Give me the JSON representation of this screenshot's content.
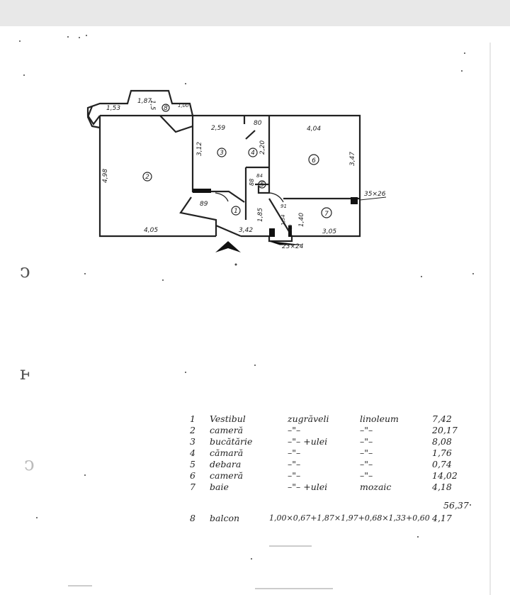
{
  "plan": {
    "dims": {
      "top_1": "1,53",
      "top_2": "1,87",
      "top_3": "1,5",
      "top_4": "1,00",
      "top_5": "2,59",
      "top_6": "80",
      "top_7": "4,04",
      "vert_1": "4,98",
      "vert_2": "3,12",
      "vert_3": "2,20",
      "vert_4": "3,47",
      "vert_5": "88",
      "vert_6": "1,85",
      "vert_7": "1,40",
      "small_84": "84",
      "small_89": "89",
      "small_91": "91",
      "small_154": "1,54",
      "small_10": "1,0",
      "bottom_1": "4,05",
      "bottom_2": "3,42",
      "bottom_3": "3,05",
      "col_1": "35×26",
      "col_2": "23×24"
    },
    "rooms": [
      "1",
      "2",
      "3",
      "4",
      "5",
      "6",
      "7",
      "8"
    ]
  },
  "legend": {
    "rows": [
      {
        "no": "1",
        "room": "Vestibul",
        "walls": "zugrăveli",
        "floor": "linoleum",
        "area": "7,42"
      },
      {
        "no": "2",
        "room": "cameră",
        "walls": "–\"–",
        "floor": "–\"–",
        "area": "20,17"
      },
      {
        "no": "3",
        "room": "bucătărie",
        "walls": "–\"– +ulei",
        "floor": "–\"–",
        "area": "8,08"
      },
      {
        "no": "4",
        "room": "cămară",
        "walls": "–\"–",
        "floor": "–\"–",
        "area": "1,76"
      },
      {
        "no": "5",
        "room": "debara",
        "walls": "–\"–",
        "floor": "–\"–",
        "area": "0,74"
      },
      {
        "no": "6",
        "room": "cameră",
        "walls": "–\"–",
        "floor": "–\"–",
        "area": "14,02"
      },
      {
        "no": "7",
        "room": "baie",
        "walls": "–\"– +ulei",
        "floor": "mozaic",
        "area": "4,18"
      }
    ],
    "total": "56,37",
    "balcony": {
      "no": "8",
      "room": "balcon",
      "formula": "1,00×0,67+1,87×1,97+0,68×1,33+0,60",
      "area": "4,17"
    }
  }
}
